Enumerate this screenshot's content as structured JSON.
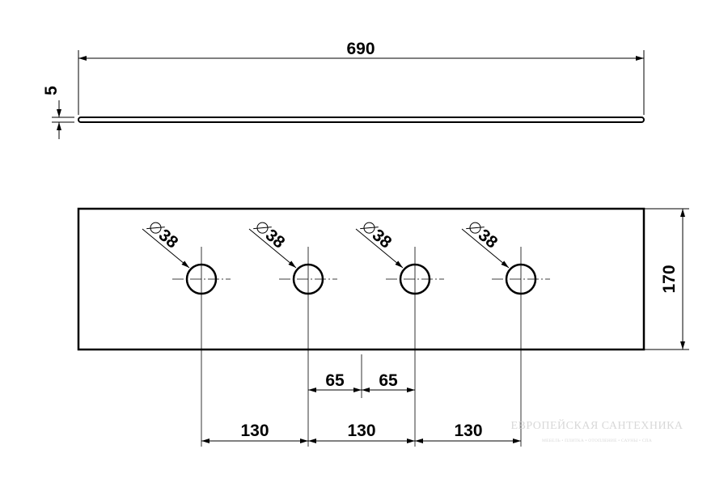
{
  "drawing": {
    "overall_length": "690",
    "thickness": "5",
    "height": "170",
    "hole_diameters": [
      "38",
      "38",
      "38",
      "38"
    ],
    "hole_diameter_symbol": "Ø",
    "half_spacing_left": "65",
    "half_spacing_right": "65",
    "spacings": [
      "130",
      "130",
      "130"
    ]
  },
  "watermark": {
    "title": "ЕВРОПЕЙСКАЯ САНТЕХНИКА",
    "subtitle": "МЕБЕЛЬ • ПЛИТКА • ОТОПЛЕНИЕ • САУНЫ • СПА"
  },
  "colors": {
    "line": "#000000",
    "watermark": "#d8d8d8"
  }
}
